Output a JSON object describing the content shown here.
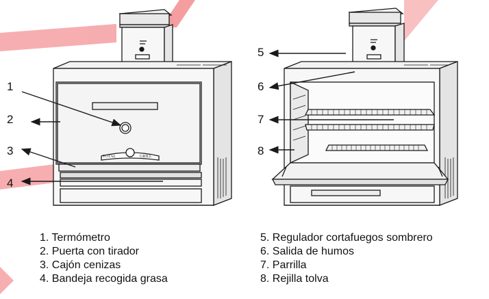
{
  "colors": {
    "watermark": "#e8262c",
    "line": "#1a1a1a",
    "oven_face": "#f7f7f7",
    "oven_side": "#e6e6e6"
  },
  "callouts": [
    "1",
    "2",
    "3",
    "4",
    "5",
    "6",
    "7",
    "8"
  ],
  "legend_left": [
    "1. Termómetro",
    "2. Puerta con tirador",
    "3. Cajón cenizas",
    "4. Bandeja recogida grasa"
  ],
  "legend_right": [
    "5. Regulador cortafuegos sombrero",
    "6. Salida de humos",
    "7. Parrilla",
    "8. Rejilla tolva"
  ],
  "logo": {
    "left": "TOTAL",
    "right": "GRILL"
  }
}
